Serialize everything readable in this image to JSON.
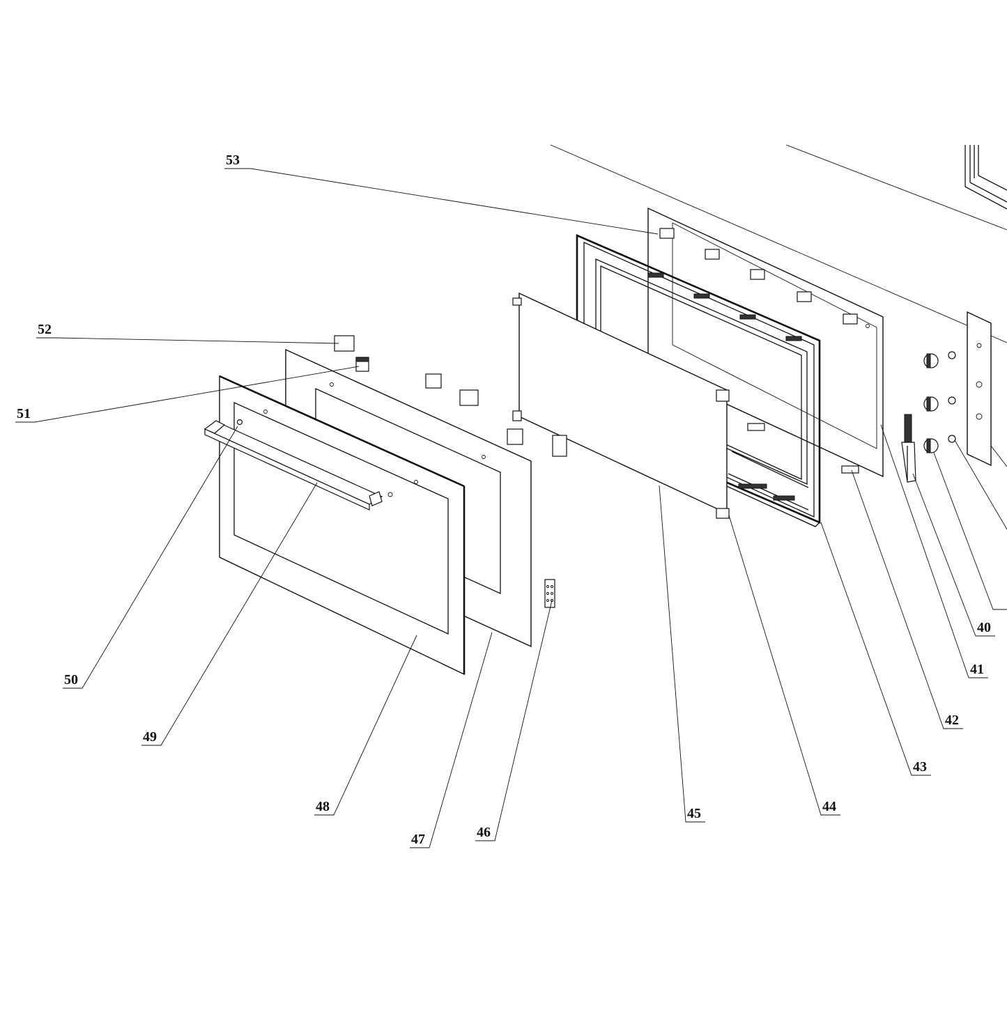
{
  "callouts": [
    {
      "id": "c53",
      "label": "53"
    },
    {
      "id": "c52",
      "label": "52"
    },
    {
      "id": "c51",
      "label": "51"
    },
    {
      "id": "c50",
      "label": "50"
    },
    {
      "id": "c49",
      "label": "49"
    },
    {
      "id": "c48",
      "label": "48"
    },
    {
      "id": "c47",
      "label": "47"
    },
    {
      "id": "c46",
      "label": "46"
    },
    {
      "id": "c45",
      "label": "45"
    },
    {
      "id": "c44",
      "label": "44"
    },
    {
      "id": "c43",
      "label": "43"
    },
    {
      "id": "c42",
      "label": "42"
    },
    {
      "id": "c41",
      "label": "41"
    },
    {
      "id": "c40",
      "label": "40"
    }
  ]
}
